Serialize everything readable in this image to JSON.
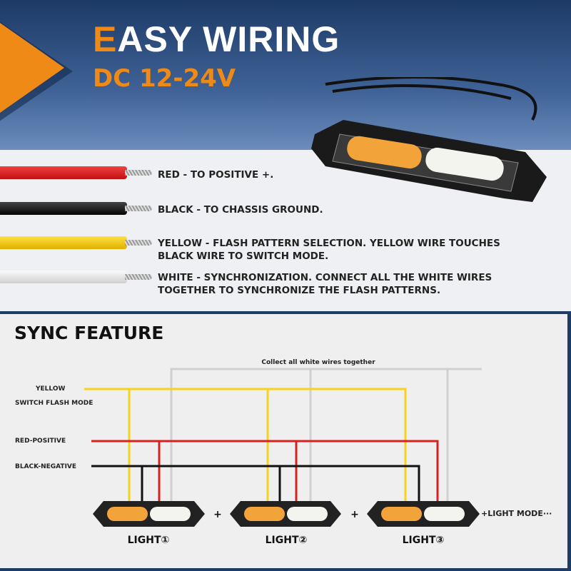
{
  "header": {
    "title_first": "E",
    "title_rest": "ASY WIRING",
    "voltage": "DC 12-24V"
  },
  "wires": [
    {
      "color": "#d81e1e",
      "text": "RED - TO POSITIVE +."
    },
    {
      "color": "#151515",
      "text": "BLACK - TO CHASSIS GROUND."
    },
    {
      "color": "#f5c400",
      "text": "YELLOW - FLASH PATTERN SELECTION. YELLOW WIRE TOUCHES BLACK WIRE TO SWITCH MODE."
    },
    {
      "color": "#e2e2e2",
      "text": "WHITE - SYNCHRONIZATION. CONNECT ALL THE WHITE WIRES TOGETHER TO SYNCHRONIZE THE FLASH PATTERNS."
    }
  ],
  "sync": {
    "title": "SYNC FEATURE",
    "collect_label": "Collect all white wires together",
    "yellow_label": "YELLOW",
    "switch_label": "SWITCH FLASH MODE",
    "red_label": "RED-POSITIVE",
    "black_label": "BLACK-NEGATIVE",
    "plus": "+",
    "more_label": "+LIGHT MODE···",
    "lights": [
      "LIGHT①",
      "LIGHT②",
      "LIGHT③"
    ]
  }
}
